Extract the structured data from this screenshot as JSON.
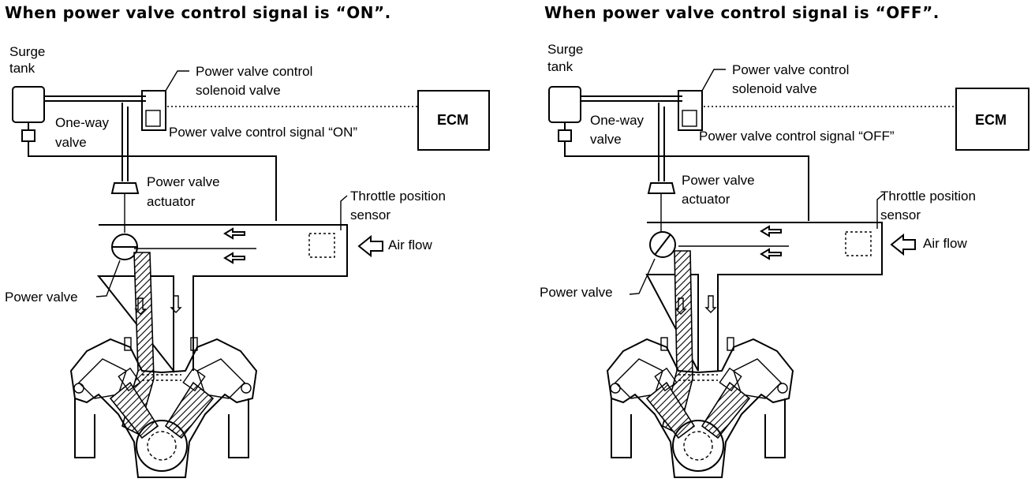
{
  "panels": [
    {
      "title": "When power valve control signal is “ON”.",
      "state": "ON",
      "labels": {
        "surge_line1": "Surge",
        "surge_line2": "tank",
        "solenoid_line1": "Power valve control",
        "solenoid_line2": "solenoid valve",
        "oneway_line1": "One-way",
        "oneway_line2": "valve",
        "signal": "Power valve control signal “ON”",
        "ecm": "ECM",
        "actuator_line1": "Power valve",
        "actuator_line2": "actuator",
        "tps_line1": "Throttle position",
        "tps_line2": "sensor",
        "airflow": "Air flow",
        "power_valve": "Power valve"
      }
    },
    {
      "title": "When power valve control signal is “OFF”.",
      "state": "OFF",
      "labels": {
        "surge_line1": "Surge",
        "surge_line2": "tank",
        "solenoid_line1": "Power valve control",
        "solenoid_line2": "solenoid valve",
        "oneway_line1": "One-way",
        "oneway_line2": "valve",
        "signal": "Power valve control signal “OFF”",
        "ecm": "ECM",
        "actuator_line1": "Power valve",
        "actuator_line2": "actuator",
        "tps_line1": "Throttle position",
        "tps_line2": "sensor",
        "airflow": "Air flow",
        "power_valve": "Power valve"
      }
    }
  ]
}
